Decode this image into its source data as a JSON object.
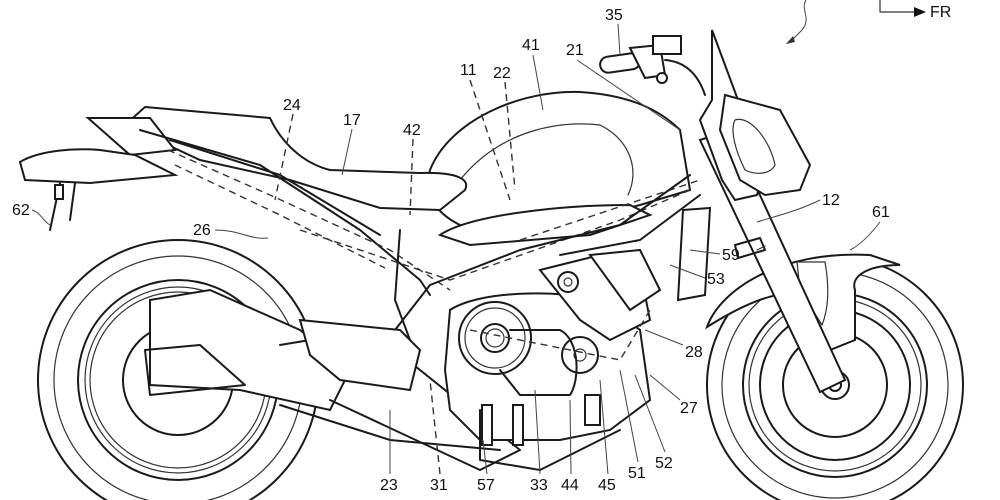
{
  "figure": {
    "type": "patent-drawing",
    "subject": "motorcycle-side-view",
    "direction_indicator": "FR",
    "colors": {
      "line": "#1a1a1a",
      "background": "#ffffff"
    }
  },
  "labels": {
    "l11": "11",
    "l12": "12",
    "l17": "17",
    "l21": "21",
    "l22": "22",
    "l23": "23",
    "l24": "24",
    "l26": "26",
    "l27": "27",
    "l28": "28",
    "l31": "31",
    "l33": "33",
    "l35": "35",
    "l41": "41",
    "l42": "42",
    "l44": "44",
    "l45": "45",
    "l51": "51",
    "l52": "52",
    "l53": "53",
    "l57": "57",
    "l59": "59",
    "l61": "61",
    "l62": "62"
  }
}
